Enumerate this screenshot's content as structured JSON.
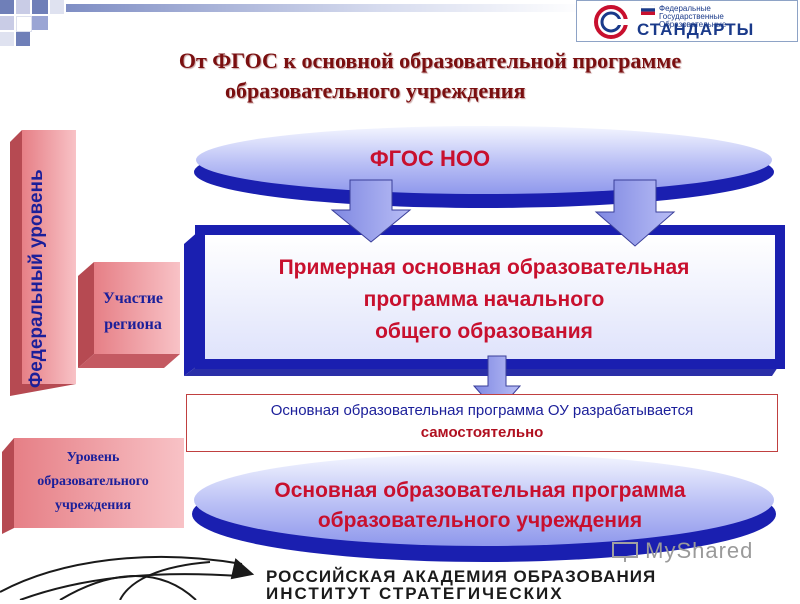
{
  "header": {
    "title_line1": "От ФГОС к основной образовательной программе",
    "title_line2": "образовательного учреждения"
  },
  "logo": {
    "small_lines": [
      "Федеральные",
      "Государственные",
      "Образовательные"
    ],
    "big_text": "СТАНДАРТЫ"
  },
  "levels": {
    "federal": "Федеральный уровень",
    "region": [
      "Участие",
      "региона"
    ],
    "institution": [
      "Уровень",
      "образовательного",
      "учреждения"
    ]
  },
  "fgos_label": "ФГОС НОО",
  "program": [
    "Примерная основная образовательная",
    "программа  начального",
    "общего образования"
  ],
  "note": {
    "line1": "Основная образовательная программа ОУ разрабатывается",
    "line2": "самостоятельно"
  },
  "bottom_program": [
    "Основная образовательная программа",
    "образовательного учреждения"
  ],
  "watermark": "MyShared",
  "footer": {
    "line1": "РОССИЙСКАЯ АКАДЕМИЯ ОБРАЗОВАНИЯ",
    "line2": "ИНСТИТУТ СТРАТЕГИЧЕСКИХ"
  },
  "colors": {
    "title": "#7a0f10",
    "accent_red": "#c8102e",
    "accent_blue": "#1b1f9a",
    "pink_box": "#f3a3a8",
    "blue_box": "#1f2fc0"
  }
}
